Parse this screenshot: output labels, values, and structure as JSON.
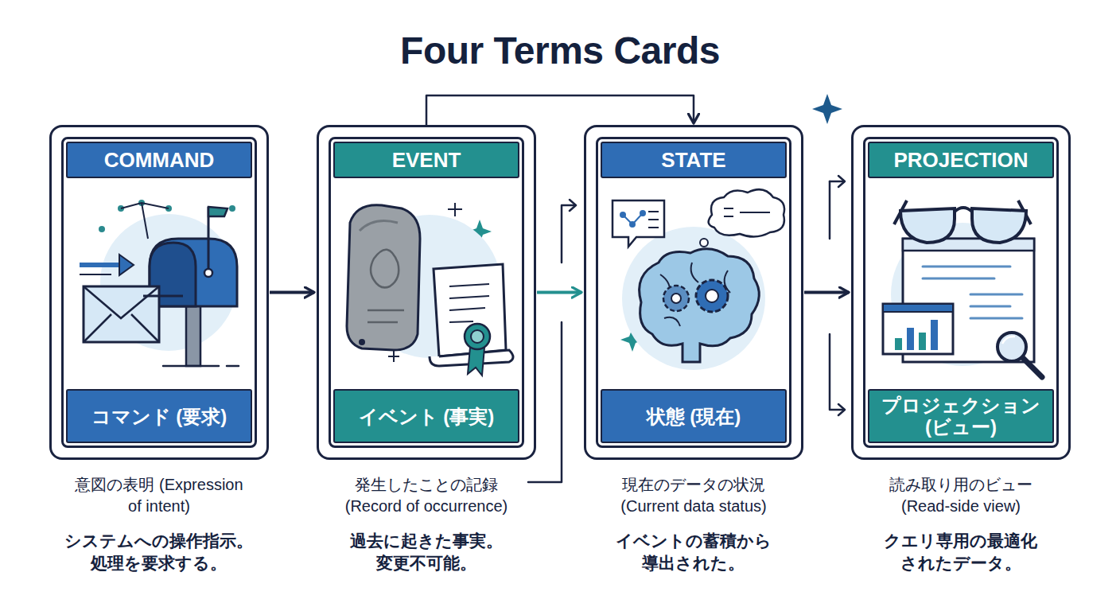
{
  "diagram": {
    "title": "Four Terms Cards",
    "nodes": [
      {
        "text": [
          "COMMAND",
          "コマンド (要求)",
          "意図の表明 (Expression of intent)",
          "システムへの操作指示。 処理を要求する。"
        ]
      },
      {
        "text": [
          "EVENT",
          "イベント (事実)",
          "発生したことの記録 (Record of occurrence)",
          "過去に起きた事実。 変更不可能。"
        ]
      },
      {
        "text": [
          "STATE",
          "状態 (現在)",
          "現在のデータの状況 (Current data status)",
          "イベントの蓄積から 導出された。"
        ]
      },
      {
        "text": [
          "PROJECTION",
          "プロジェクション (ビュー)",
          "読み取り用のビュー (Read-side view)",
          "クエリ専用の最適化 されたデータ。"
        ]
      }
    ],
    "edges": [
      {
        "from": 0,
        "to": 1,
        "arrow": "to"
      },
      {
        "from": 1,
        "to": 2,
        "arrow": "to"
      },
      {
        "from": 1,
        "to": 2,
        "arrow": "to"
      },
      {
        "from": 2,
        "to": 3,
        "arrow": "to"
      }
    ]
  }
}
